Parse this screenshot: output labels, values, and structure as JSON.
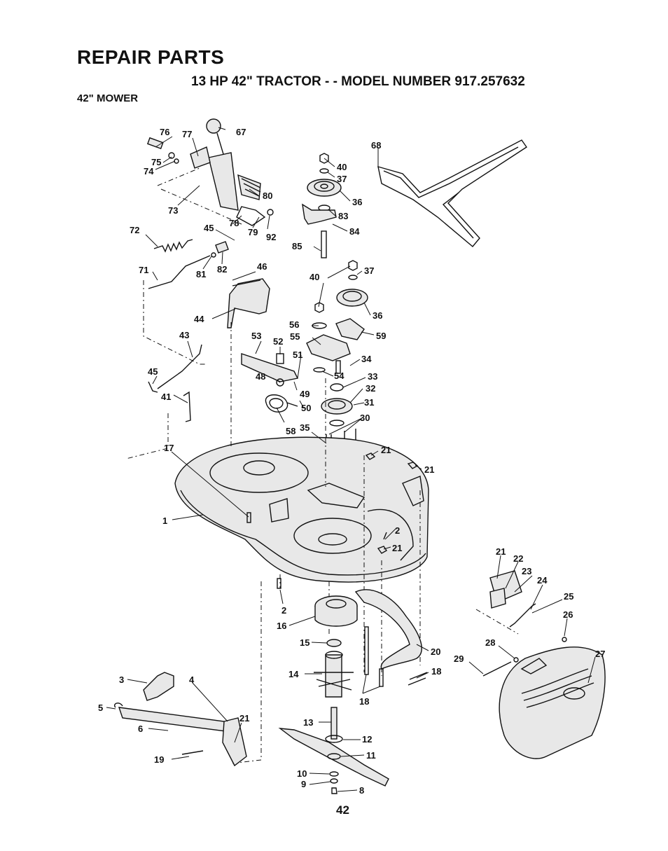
{
  "header": {
    "title": "REPAIR PARTS",
    "subtitle": "13 HP 42\" TRACTOR - - MODEL NUMBER 917.257632",
    "section": "42\" MOWER"
  },
  "page_number": "42",
  "callouts": [
    "76",
    "77",
    "67",
    "75",
    "74",
    "73",
    "80",
    "78",
    "79",
    "92",
    "72",
    "45",
    "71",
    "81",
    "82",
    "46",
    "44",
    "68",
    "40",
    "37",
    "36",
    "83",
    "84",
    "85",
    "40",
    "37",
    "36",
    "56",
    "55",
    "59",
    "53",
    "52",
    "51",
    "34",
    "48",
    "54",
    "33",
    "32",
    "49",
    "31",
    "50",
    "30",
    "58",
    "35",
    "43",
    "45",
    "41",
    "17",
    "21",
    "21",
    "1",
    "2",
    "21",
    "21",
    "22",
    "23",
    "24",
    "25",
    "26",
    "2",
    "16",
    "15",
    "20",
    "14",
    "18",
    "18",
    "28",
    "29",
    "27",
    "3",
    "4",
    "5",
    "6",
    "21",
    "13",
    "12",
    "11",
    "19",
    "10",
    "9",
    "8"
  ]
}
